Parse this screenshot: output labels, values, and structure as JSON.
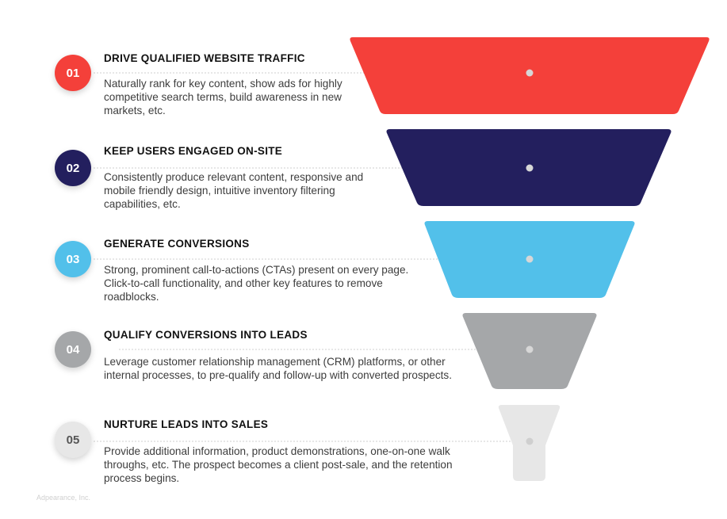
{
  "steps": [
    {
      "number": "01",
      "title": "DRIVE QUALIFIED WEBSITE TRAFFIC",
      "desc": "Naturally rank for key content, show ads for highly competitive search terms, build awareness in new markets, etc.",
      "color": "#f4403a",
      "text_color": "#ffffff"
    },
    {
      "number": "02",
      "title": "KEEP USERS ENGAGED ON-SITE",
      "desc": "Consistently produce relevant content, responsive and mobile friendly design, intuitive inventory filtering capabilities, etc.",
      "color": "#231f5e",
      "text_color": "#ffffff"
    },
    {
      "number": "03",
      "title": "GENERATE CONVERSIONS",
      "desc": "Strong, prominent call-to-actions (CTAs) present on every page. Click-to-call functionality, and other key features to remove roadblocks.",
      "color": "#52c0ea",
      "text_color": "#ffffff"
    },
    {
      "number": "04",
      "title": "QUALIFY CONVERSIONS INTO LEADS",
      "desc": "Leverage customer relationship management (CRM) platforms, or other internal processes, to pre-qualify and follow-up with converted prospects.",
      "color": "#a5a7a9",
      "text_color": "#ffffff"
    },
    {
      "number": "05",
      "title": "NURTURE LEADS INTO SALES",
      "desc": "Provide additional information, product demonstrations, one-on-one walk throughs, etc. The prospect becomes a client post-sale, and the retention process begins.",
      "color": "#e7e7e7",
      "text_color": "#555555"
    }
  ],
  "footer": "Adpearance, Inc."
}
